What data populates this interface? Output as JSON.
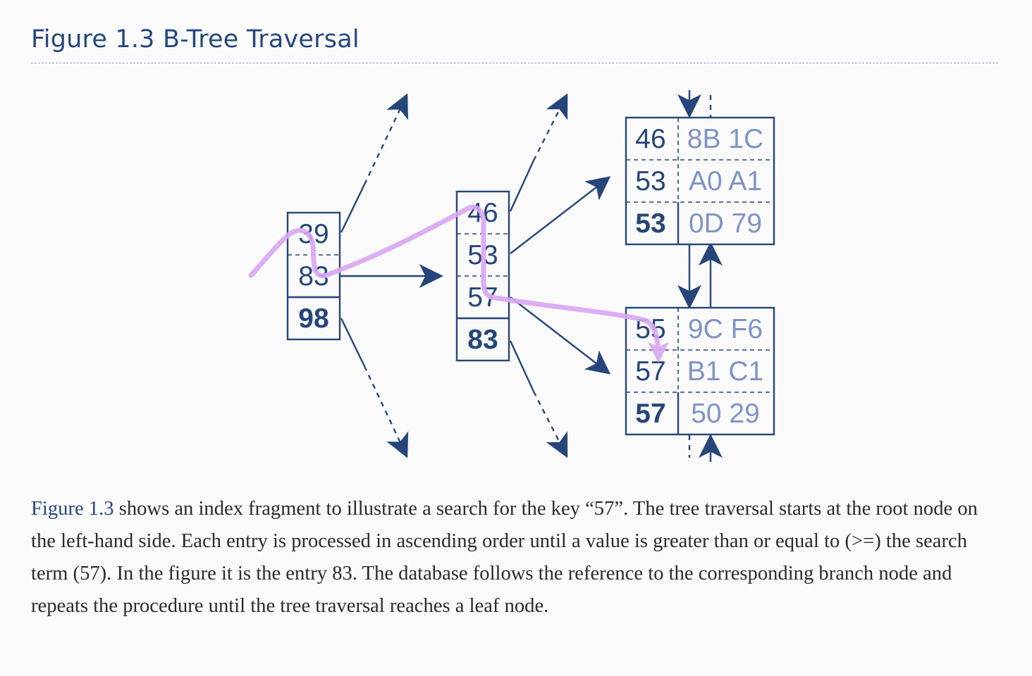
{
  "figure": {
    "title": "Figure 1.3 B-Tree Traversal"
  },
  "diagram": {
    "root_node": {
      "keys": [
        "39",
        "83",
        "98"
      ]
    },
    "branch_node": {
      "keys": [
        "46",
        "53",
        "57",
        "83"
      ]
    },
    "leaf_nodes": [
      {
        "rows": [
          {
            "key": "46",
            "rowid": "8B 1C"
          },
          {
            "key": "53",
            "rowid": "A0 A1"
          },
          {
            "key": "53",
            "rowid": "0D 79"
          }
        ]
      },
      {
        "rows": [
          {
            "key": "55",
            "rowid": "9C F6"
          },
          {
            "key": "57",
            "rowid": "B1 C1"
          },
          {
            "key": "57",
            "rowid": "50 29"
          }
        ]
      }
    ],
    "colors": {
      "node_stroke": "#26457a",
      "key_text": "#26457a",
      "rowid_text": "#7f93c6",
      "traversal_path": "#d9a6f3"
    }
  },
  "caption": {
    "figure_link": "Figure 1.3",
    "text": " shows an index fragment to illustrate a search for the key “57”. The tree traversal starts at the root node on the left-hand side. Each entry is processed in ascending order until a value is greater than or equal to (>=) the search term (57). In the figure it is the entry 83. The database follows the reference to the corresponding branch node and repeats the procedure until the tree traversal reaches a leaf node."
  }
}
